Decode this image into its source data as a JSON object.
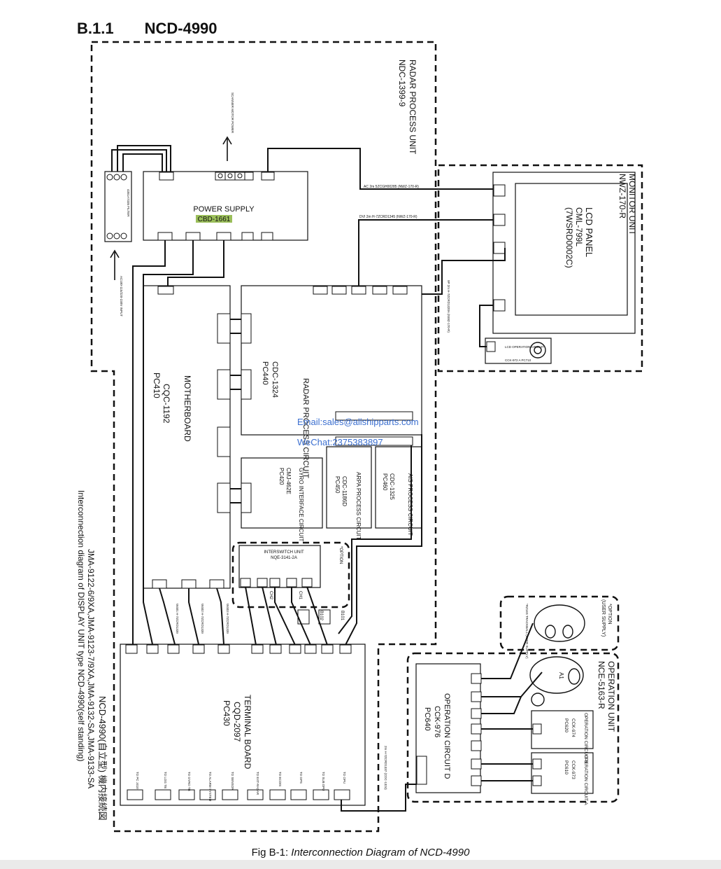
{
  "header": {
    "section": "B.1.1",
    "model": "NCD-4990"
  },
  "caption": {
    "prefix": "Fig B-1:",
    "title": "Interconnection Diagram of NCD-4990"
  },
  "units": {
    "radar_process": {
      "title": "RADAR PROCESS UNIT",
      "code": "NDC-1399-9"
    },
    "monitor": {
      "title": "MONITOR UNIT",
      "code": "NWZ-170-R"
    },
    "operation": {
      "title": "OPERATION UNIT",
      "code": "NCE-5163-R"
    },
    "option_user": {
      "line1": "*OPTION",
      "line2": "(USER SUPPLY)"
    }
  },
  "boards": {
    "power_supply": {
      "name": "POWER SUPPLY",
      "code": "CBD-1661"
    },
    "motherboard": {
      "name": "MOTHERBOARD",
      "code": "CQC-1192",
      "pc": "PC410"
    },
    "radar_circuit": {
      "name": "RADAR PROCESS CIRCUIT",
      "code": "CDC-1324",
      "pc": "PC440"
    },
    "gyro": {
      "name": "GYRO INTERFACE CIRCUIT",
      "code": "CMJ-462E",
      "pc": "PC420"
    },
    "arpa": {
      "name": "ARPA PROCESS CIRCUIT",
      "code": "CDC-1186D",
      "pc": "PC450"
    },
    "ais": {
      "name": "AIS PROCESS CIRCUIT",
      "code": "CDC-1325",
      "pc": "PC460"
    },
    "terminal": {
      "name": "TERMINAL BOARD",
      "code": "CQD-2097",
      "pc": "PC430"
    },
    "lcd": {
      "name": "LCD PANEL",
      "code": "CML-799L",
      "sub": "(7WSRD0002C)"
    },
    "intersw": {
      "name": "INTERSWITCH UNIT",
      "code": "NQE-3141-2A",
      "option": "*OPTION"
    },
    "op_d": {
      "name": "OPERATION CIRCUIT D",
      "code": "CCK-976",
      "pc": "PC640"
    },
    "op_b": {
      "name": "OPERATION CIRCUIT B",
      "code": "CCK-974",
      "pc": "PC620"
    },
    "op_a": {
      "name": "OPERATION CIRCUIT A",
      "code": "CCK-973",
      "pc": "PC610"
    },
    "lcd_op": {
      "name": "LCD OPERATION CIRCUIT",
      "code": "CCK-972 A PC710"
    },
    "filter": {
      "name": "4351A7335 FILTER"
    }
  },
  "cables": {
    "ac": "AC 2m 5ZCGH00285 (NWZ-170-R)",
    "dvi": "DVI 2m H-7ZCRD1345 (NWZ-170-R)",
    "lcd_op": "9P 2m H-7ZCRD1320A (NWZ-170-R)",
    "term_opu": "2m H-7ZCRD1337 (CDC-1324)",
    "w1": "W401 H-7ZCRD1339",
    "w2": "W402 H-7ZCRD1339",
    "w3": "W403 H-7ZCRD1339"
  },
  "labels": {
    "scanner_motor": "SCANNER MOTOR POWER",
    "ac_input": "AC100-115/220-230V INPUT",
    "ch1": "CH1",
    "ch2": "CH2",
    "b101": "B101",
    "b102": "B102",
    "a1": "A1",
    "trackball": "*RZ16S TRACKBALL (USER SUPPLY)"
  },
  "side_text": {
    "line1": "JMA-9122-6/9XA,JMA-9123-7/9XA,JMA-9132-SA,JMA-9133-SA",
    "line2": "NCD-4990(自立型) 機内接続図",
    "line3": "Interconnection diagram of DISPLAY UNIT type NCD-4990(self standing)"
  },
  "watermark": {
    "email": "Email:sales@allshipparts.com",
    "wechat": "WeChat:2375383897"
  },
  "terminal_outputs": [
    "TO PC J410",
    "TO LOG TB",
    "TO GYRO TB",
    "TO ALARM SYSTEM",
    "TO SENSOR",
    "TO EXT-RADAR",
    "TO ECDIS",
    "TO GPS",
    "TO SUB DPU",
    "TO OPU"
  ],
  "colors": {
    "line": "#111111",
    "highlight": "#9bbf5a",
    "watermark": "#3b6fd0"
  }
}
